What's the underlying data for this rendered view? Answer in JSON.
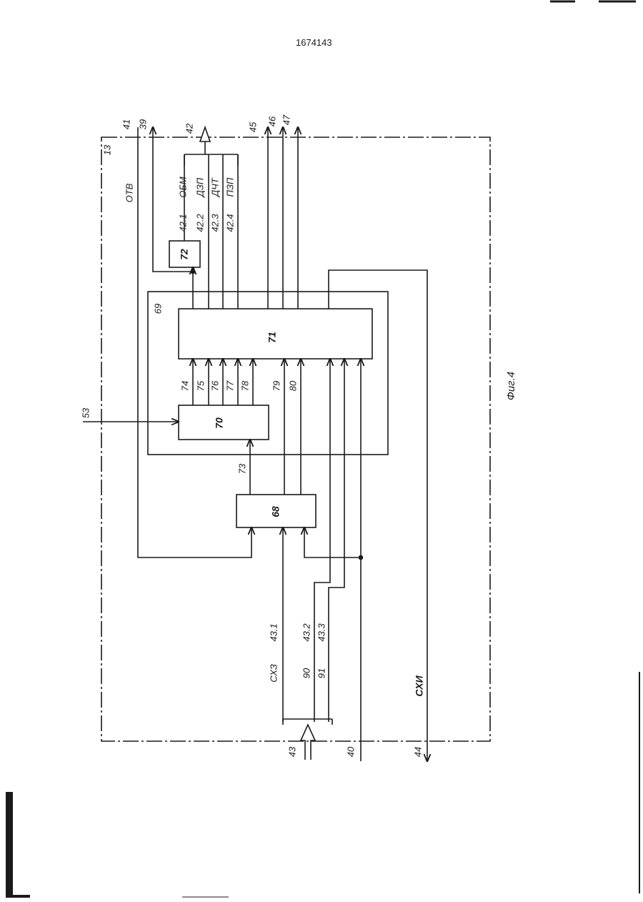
{
  "page_number": "1674143",
  "figure_caption": "Фиг.4",
  "unit_label": "13",
  "blocks": {
    "b68": "68",
    "b69": "69",
    "b70": "70",
    "b71": "71",
    "b72": "72"
  },
  "top_outputs": {
    "l41": "41",
    "l39": "39",
    "l42": "42",
    "l45": "45",
    "l46": "46",
    "l47": "47",
    "otv": "ОТВ"
  },
  "bus42": {
    "s1": "42.1",
    "n1": "ОБМ",
    "s2": "42.2",
    "n2": "ДЗП",
    "s3": "42.3",
    "n3": "ДЧТ",
    "s4": "42.4",
    "n4": "ПЗП"
  },
  "internal": {
    "l74": "74",
    "l75": "75",
    "l76": "76",
    "l77": "77",
    "l78": "78",
    "l79": "79",
    "l80": "80",
    "l73": "73"
  },
  "left_input": {
    "l53": "53"
  },
  "bottom_inputs": {
    "l43": "43",
    "l40": "40",
    "l44": "44",
    "cxz": "СХЗ",
    "s431": "43.1",
    "v90": "90",
    "s432": "43.2",
    "v91": "91",
    "s433": "43.3",
    "cxi": "СХИ"
  }
}
